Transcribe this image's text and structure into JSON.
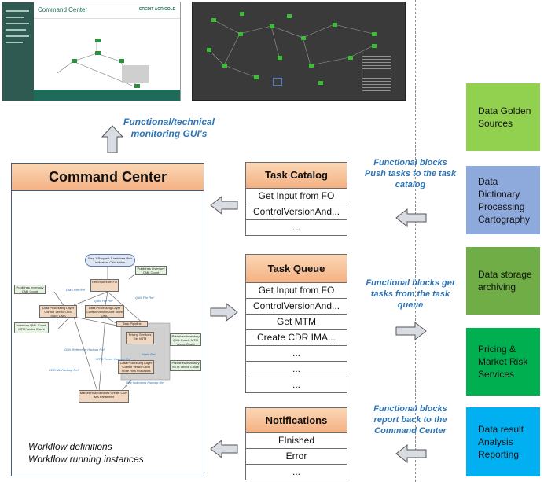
{
  "screenshot_gui": {
    "title": "Command Center",
    "brand": "CREDIT AGRICOLE"
  },
  "monitoring_label": "Functional/technical monitoring GUI's",
  "command_center": {
    "title": "Command Center",
    "footer_line1": "Workflow definitions",
    "footer_line2": "Workflow running instances",
    "diagram": {
      "start": "Step 1 Request 1 task tree Risk Indicators Calculation",
      "get_input": "Get Input from FO",
      "publishes_inventory_qml": "Publishes Inventory QML Count",
      "publishes_inventory_qml_left": "Publishes Inventory QML Count",
      "dp_store_dms": "Data Processing Layer Control Version And Store DMS",
      "dp_store_qml": "Data Processing Layer Control Version And Store QML",
      "inventory_left": "Inventory QML Count, MTM Vector Count",
      "task_pipeline": "Task Pipeline",
      "pricing_get_mtm": "Pricing Services Get MTM",
      "publishes_inventory_mtm": "Publishes Inventory QML Count, MTM Vector Count",
      "dp_store_risk": "Data Processing Layer Control Version And Store Risk Indicators",
      "publishes_inventory_vector": "Publishes Inventory MTM Vector Count",
      "market_risk": "Market Risk Services Create CDR IMA Parameter",
      "labels": [
        "DMS File Ref",
        "QML File Ref",
        "QML File Ref",
        "Static Ref",
        "QML Reference Hadoop Ref",
        "MTM Vector Hadoop Ref",
        "CDR/ML Hadoop Ref",
        "Risk Indicators Hadoop Ref"
      ]
    }
  },
  "task_catalog": {
    "title": "Task Catalog",
    "rows": [
      "Get Input from FO",
      "ControlVersionAnd...",
      "..."
    ]
  },
  "task_queue": {
    "title": "Task Queue",
    "rows": [
      "Get Input from FO",
      "ControlVersionAnd...",
      "Get MTM",
      "Create CDR IMA...",
      "...",
      "...",
      "..."
    ]
  },
  "notifications": {
    "title": "Notifications",
    "rows": [
      "FInished",
      "Error",
      "..."
    ]
  },
  "labels": {
    "push": "Functional blocks Push tasks to the task catalog",
    "get": "Functional blocks get tasks from the task queue",
    "report": "Functional blocks report back to the Command Center"
  },
  "sources": [
    {
      "name": "Data Golden Sources",
      "color": "#92d050"
    },
    {
      "name": "Data Dictionary Processing Cartography",
      "color": "#8ea9db"
    },
    {
      "name": "Data storage archiving",
      "color": "#70ad47"
    },
    {
      "name": "Pricing & Market Risk Services",
      "color": "#00b050"
    },
    {
      "name": "Data result Analysis Reporting",
      "color": "#00b0f0"
    }
  ],
  "colors": {
    "header_orange": "#f4b183",
    "label_blue": "#2e74b5",
    "arrow_fill": "#d9dde3"
  }
}
